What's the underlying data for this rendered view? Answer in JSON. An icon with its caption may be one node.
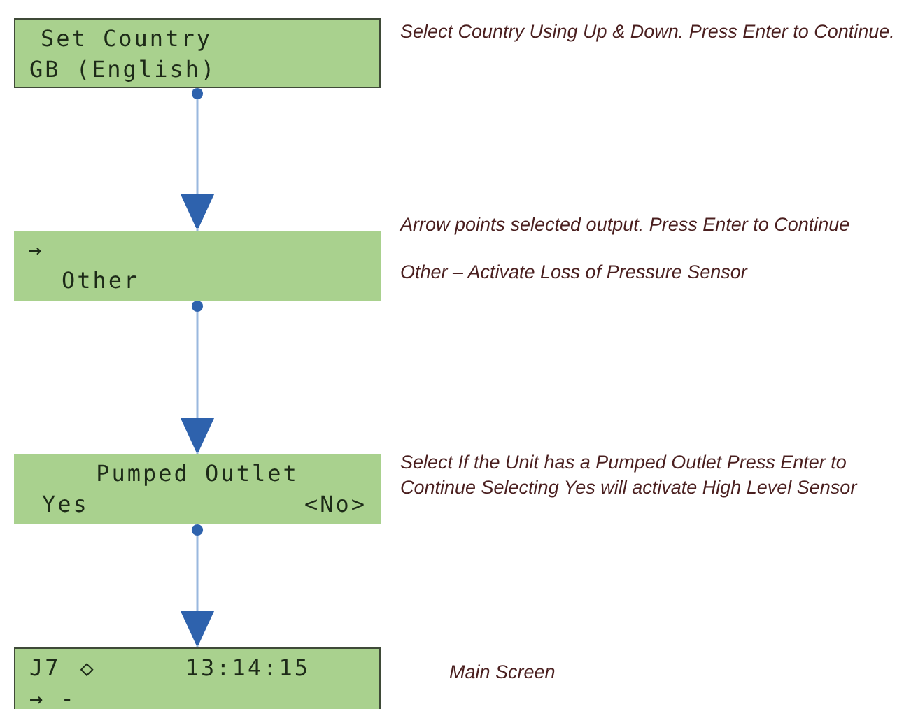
{
  "diagram": {
    "nodes": [
      {
        "text": [
          "Set Country",
          "GB (English)"
        ],
        "beside": [
          "Select Country Using Up & Down. Press Enter to Continue."
        ]
      },
      {
        "text": [
          "→",
          "Other"
        ],
        "beside": [
          "Arrow points selected output. Press Enter to Continue",
          "Other – Activate Loss of Pressure Sensor"
        ]
      },
      {
        "text": [
          "Pumped Outlet",
          "Yes",
          "<No>"
        ],
        "beside": [
          "Select If the Unit has a Pumped Outlet Press Enter to Continue Selecting Yes will activate High Level Sensor"
        ]
      },
      {
        "text": [
          "J7",
          "◇",
          "13:14:15",
          "→ -"
        ],
        "beside": [
          "Main Screen"
        ]
      }
    ],
    "edges": [
      {
        "from": 0,
        "to": 1,
        "arrow": "to"
      },
      {
        "from": 1,
        "to": 2,
        "arrow": "to"
      },
      {
        "from": 2,
        "to": 3,
        "arrow": "to"
      }
    ]
  }
}
